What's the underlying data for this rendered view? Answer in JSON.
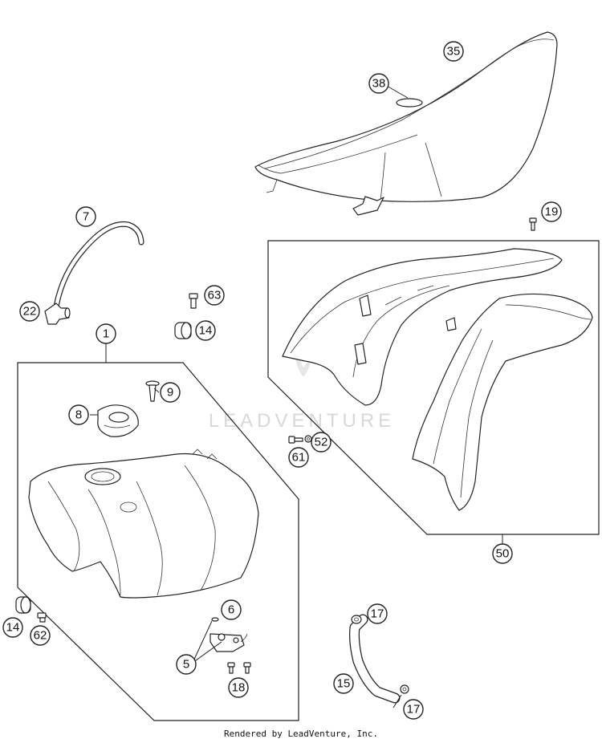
{
  "callouts": {
    "c35": "35",
    "c38": "38",
    "c7": "7",
    "c19": "19",
    "c63": "63",
    "c22": "22",
    "c14a": "14",
    "c1": "1",
    "c9": "9",
    "c8": "8",
    "c52": "52",
    "c61": "61",
    "c50": "50",
    "c6": "6",
    "c14b": "14",
    "c62": "62",
    "c5": "5",
    "c17a": "17",
    "c18": "18",
    "c15": "15",
    "c17b": "17"
  },
  "watermark": "LEADVENTURE",
  "footer": "Rendered by LeadVenture, Inc."
}
